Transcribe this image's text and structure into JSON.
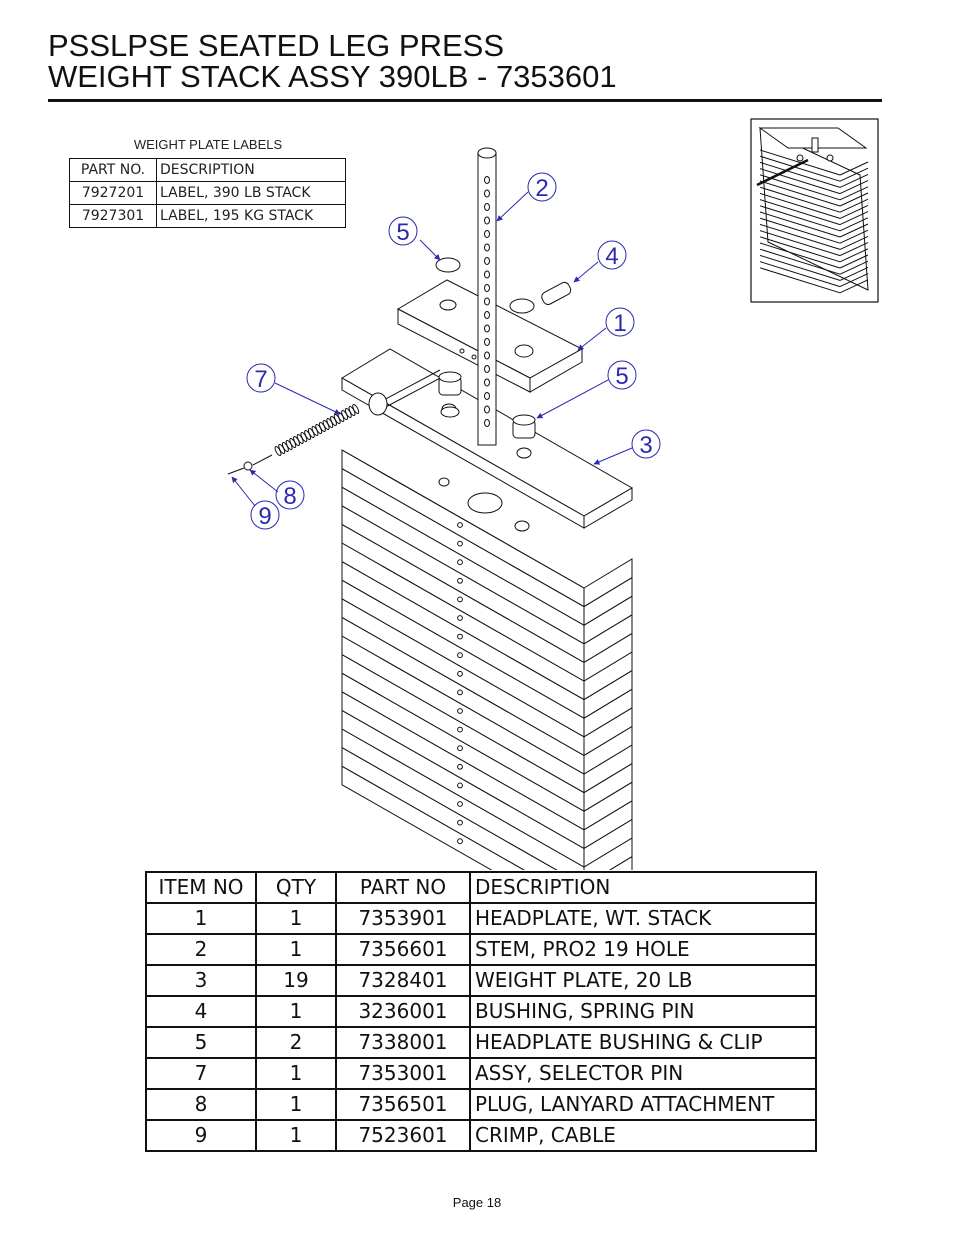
{
  "title": {
    "line1": "PSSLPSE SEATED LEG PRESS",
    "line2": "WEIGHT STACK ASSY 390LB - 7353601"
  },
  "labels_table": {
    "caption": "WEIGHT PLATE LABELS",
    "headers": [
      "PART NO.",
      "DESCRIPTION"
    ],
    "rows": [
      [
        "7927201",
        "LABEL, 390 LB STACK"
      ],
      [
        "7927301",
        "LABEL, 195 KG STACK"
      ]
    ]
  },
  "callouts": {
    "c1": "1",
    "c2": "2",
    "c3": "3",
    "c4": "4",
    "c5a": "5",
    "c5b": "5",
    "c7": "7",
    "c8": "8",
    "c9": "9"
  },
  "bom": {
    "headers": [
      "ITEM NO",
      "QTY",
      "PART NO",
      "DESCRIPTION"
    ],
    "rows": [
      [
        "1",
        "1",
        "7353901",
        "HEADPLATE, WT. STACK"
      ],
      [
        "2",
        "1",
        "7356601",
        "STEM, PRO2 19 HOLE"
      ],
      [
        "3",
        "19",
        "7328401",
        "WEIGHT PLATE, 20 LB"
      ],
      [
        "4",
        "1",
        "3236001",
        "BUSHING, SPRING PIN"
      ],
      [
        "5",
        "2",
        "7338001",
        "HEADPLATE BUSHING & CLIP"
      ],
      [
        "7",
        "1",
        "7353001",
        "ASSY, SELECTOR PIN"
      ],
      [
        "8",
        "1",
        "7356501",
        "PLUG, LANYARD ATTACHMENT"
      ],
      [
        "9",
        "1",
        "7523601",
        "CRIMP, CABLE"
      ]
    ]
  },
  "footer": {
    "page": "Page 18"
  },
  "colors": {
    "ink": "#111111",
    "callout": "#2a2ab0"
  }
}
